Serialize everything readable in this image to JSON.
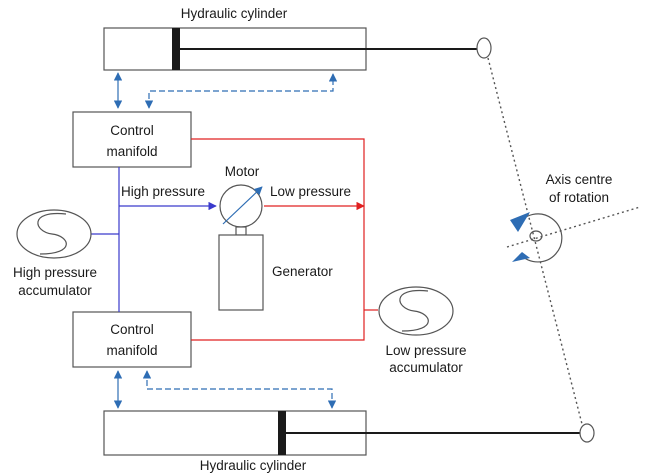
{
  "labels": {
    "cylinder_top": "Hydraulic cylinder",
    "cylinder_bottom": "Hydraulic cylinder",
    "manifold_top_line1": "Control",
    "manifold_top_line2": "manifold",
    "manifold_bottom_line1": "Control",
    "manifold_bottom_line2": "manifold",
    "motor": "Motor",
    "high_pressure": "High pressure",
    "low_pressure": "Low pressure",
    "generator": "Generator",
    "hp_acc_line1": "High pressure",
    "hp_acc_line2": "accumulator",
    "lp_acc_line1": "Low pressure",
    "lp_acc_line2": "accumulator",
    "axis_line1": "Axis centre",
    "axis_line2": "of rotation"
  },
  "colors": {
    "high_pressure_line": "#3a3acc",
    "low_pressure_line": "#e02020",
    "flow_arrow": "#2e6db4",
    "outline": "#555555",
    "rod": "#1a1a1a"
  }
}
